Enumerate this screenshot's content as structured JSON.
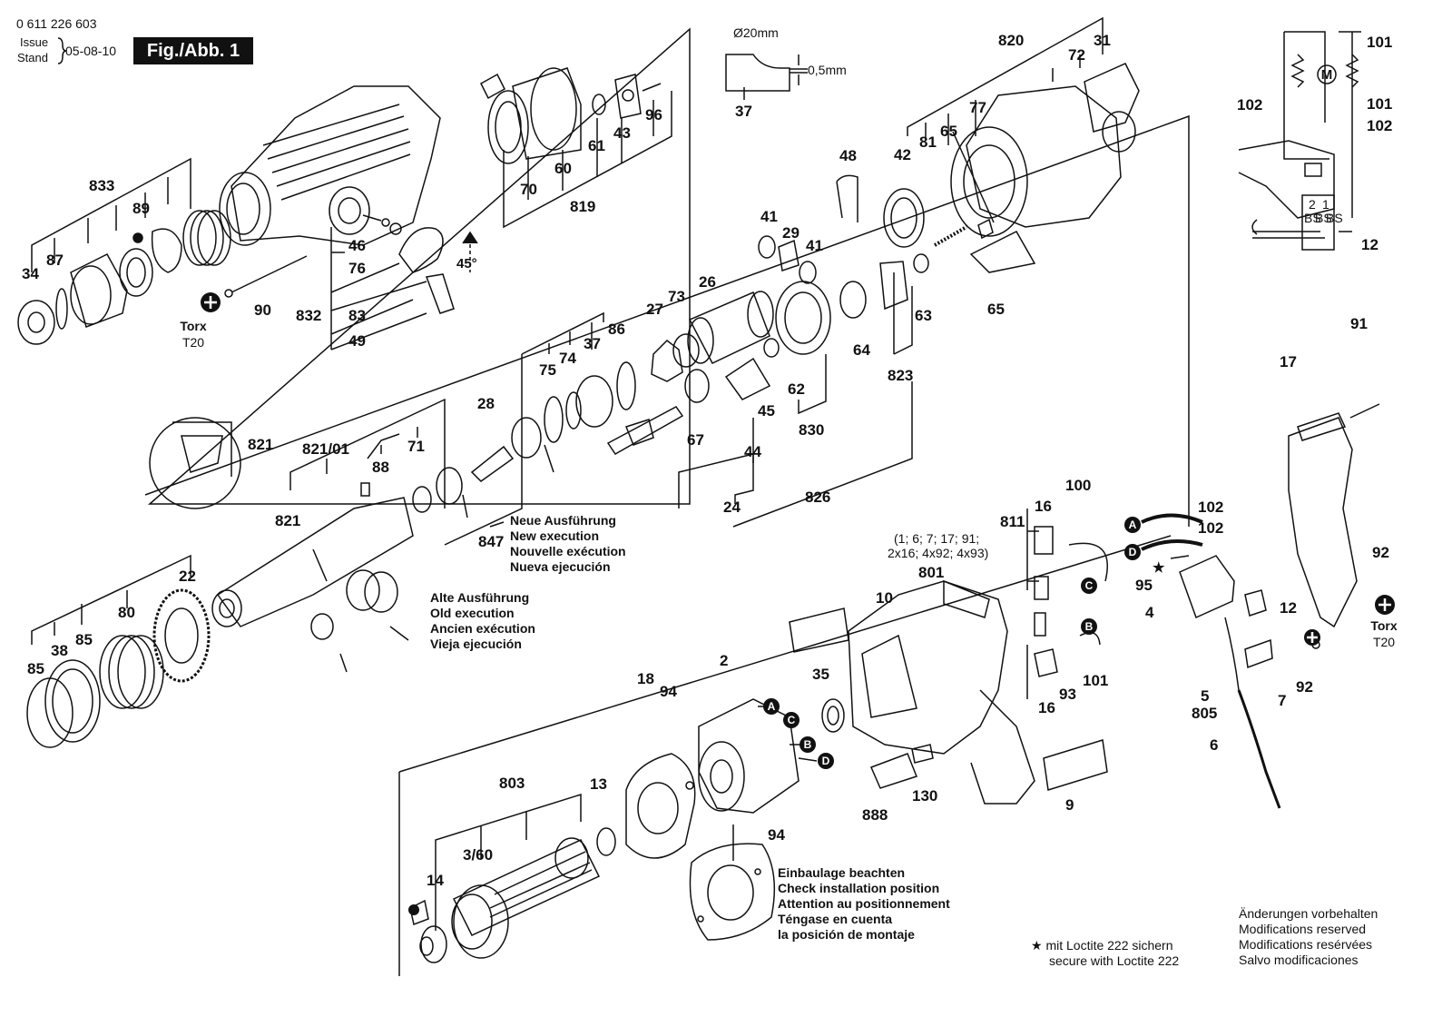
{
  "header": {
    "doc_number": "0 611 226 603",
    "issue_label": "Issue",
    "stand_label": "Stand",
    "issue_date": "05-08-10",
    "figure_label": "Fig./Abb. 1"
  },
  "notes": {
    "new_execution": [
      "Neue Ausführung",
      "New execution",
      "Nouvelle exécution",
      "Nueva ejecución"
    ],
    "old_execution": [
      "Alte Ausführung",
      "Old execution",
      "Ancien exécution",
      "Vieja ejecución"
    ],
    "install_position": [
      "Einbaulage beachten",
      "Check installation position",
      "Attention au positionnement",
      "Téngase en cuenta",
      "la posición de montaje"
    ],
    "loctite": [
      "★ mit Loctite 222 sichern",
      "secure with Loctite 222"
    ],
    "modifications": [
      "Änderungen vorbehalten",
      "Modifications reserved",
      "Modifications resérvées",
      "Salvo modificaciones"
    ],
    "kit_contents": [
      "(1; 6; 7; 17; 91;",
      "2x16; 4x92; 4x93)"
    ],
    "torx_label": "Torx",
    "torx_size": "T20",
    "angle": "45°",
    "dim_diameter": "Ø20mm",
    "dim_thickness": "0,5mm",
    "star": "★"
  },
  "connectors": [
    "A",
    "B",
    "C",
    "D"
  ],
  "wiring": {
    "motor": "M",
    "t1": "2",
    "t2": "1",
    "t3": "BS",
    "t4": "BS",
    "t5": "BS"
  },
  "parts": {
    "p34": "34",
    "p87": "87",
    "p833": "833",
    "p89": "89",
    "p90": "90",
    "p46": "46",
    "p76": "76",
    "p832": "832",
    "p83": "83",
    "p49": "49",
    "p70": "70",
    "p60": "60",
    "p61": "61",
    "p43": "43",
    "p96": "96",
    "p819": "819",
    "p37a": "37",
    "p48": "48",
    "p42": "42",
    "p81": "81",
    "p65a": "65",
    "p77": "77",
    "p820": "820",
    "p72": "72",
    "p31": "31",
    "p65b": "65",
    "p41a": "41",
    "p29": "29",
    "p41b": "41",
    "p26": "26",
    "p27": "27",
    "p73": "73",
    "p86": "86",
    "p37b": "37",
    "p74": "74",
    "p75": "75",
    "p64": "64",
    "p63": "63",
    "p62": "62",
    "p45": "45",
    "p830": "830",
    "p823": "823",
    "p67": "67",
    "p44": "44",
    "p24": "24",
    "p826": "826",
    "p28": "28",
    "p821a": "821",
    "p82101": "821/01",
    "p88": "88",
    "p71": "71",
    "p847": "847",
    "p821b": "821",
    "p22": "22",
    "p80": "80",
    "p85a": "85",
    "p38": "38",
    "p85b": "85",
    "p101a": "101",
    "p101b": "101",
    "p102a": "102",
    "p102b": "102",
    "p12a": "12",
    "p91": "91",
    "p17": "17",
    "p92a": "92",
    "p811": "811",
    "p16a": "16",
    "p100": "100",
    "p801": "801",
    "p10": "10",
    "p102c": "102",
    "p102d": "102",
    "p95": "95",
    "p4": "4",
    "p12b": "12",
    "p2": "2",
    "p18": "18",
    "p94a": "94",
    "p35": "35",
    "p93": "93",
    "p101c": "101",
    "p16b": "16",
    "p5": "5",
    "p805": "805",
    "p7": "7",
    "p92b": "92",
    "p6": "6",
    "p803": "803",
    "p13": "13",
    "p360": "3/60",
    "p14": "14",
    "p94b": "94",
    "p888": "888",
    "p130": "130",
    "p9": "9"
  }
}
